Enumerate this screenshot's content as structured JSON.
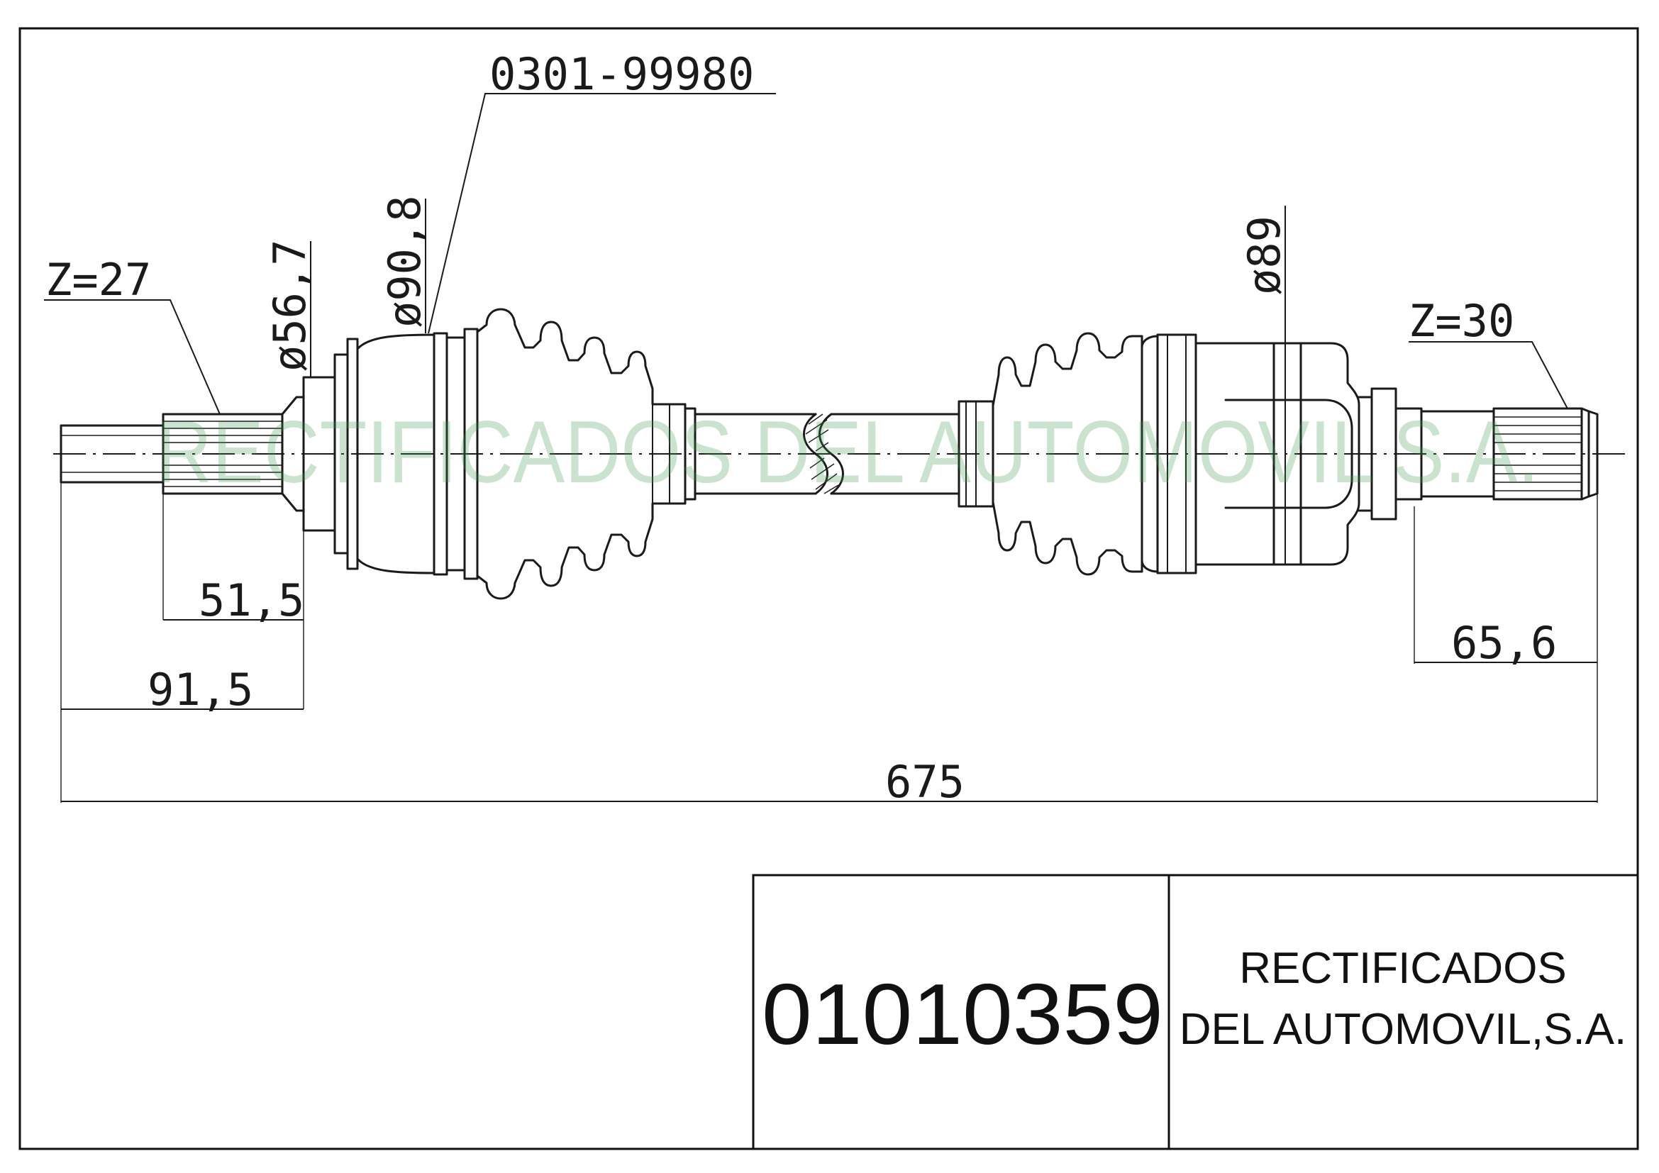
{
  "drawing": {
    "part_number": "0301-99980",
    "left_splines": "Z=27",
    "right_splines": "Z=30",
    "diameters": {
      "inner_left": "ø56,7",
      "boot_left": "ø90,8",
      "boot_right": "ø89"
    },
    "dimensions": {
      "left_spline": "51,5",
      "left_stub": "91,5",
      "right_stub": "65,6",
      "overall": "675"
    },
    "watermark": "RECTIFICADOS DEL AUTOMOVIL S.A."
  },
  "title_block": {
    "code": "01010359",
    "company_line1": "RECTIFICADOS",
    "company_line2": "DEL AUTOMOVIL,S.A."
  },
  "colors": {
    "line": "#1a1a1a",
    "watermark": "#3d9a52"
  }
}
